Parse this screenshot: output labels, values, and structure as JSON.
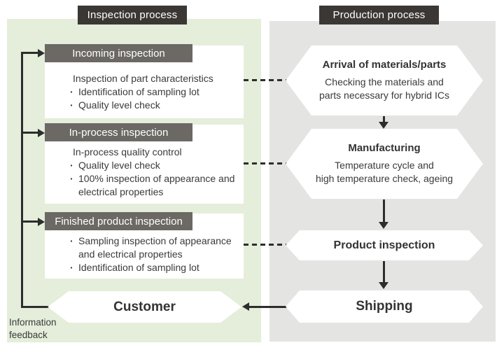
{
  "inspection": {
    "title": "Inspection process",
    "sections": [
      {
        "header": "Incoming inspection",
        "intro": "Inspection of part characteristics",
        "bullets": [
          "Identification of sampling lot",
          "Quality level check"
        ]
      },
      {
        "header": "In-process inspection",
        "intro": "In-process quality control",
        "bullets": [
          "Quality level check",
          "100% inspection of appearance and electrical properties"
        ]
      },
      {
        "header": "Finished product inspection",
        "bullets": [
          "Sampling inspection of appearance and electrical properties",
          "Identification of sampling lot"
        ]
      }
    ],
    "customer": "Customer",
    "feedback": "Information\nfeedback"
  },
  "production": {
    "title": "Production process",
    "steps": [
      {
        "title": "Arrival of materials/parts",
        "desc": "Checking the materials and\nparts necessary for hybrid ICs"
      },
      {
        "title": "Manufacturing",
        "desc": "Temperature cycle and\nhigh temperature check, ageing"
      },
      {
        "title": "Product inspection"
      },
      {
        "title": "Shipping"
      }
    ]
  },
  "colors": {
    "panel_green": "#e4eeda",
    "panel_gray": "#e4e4e3",
    "title_dark": "#3b3734",
    "header_gray": "#6c6965",
    "line_dark": "#2d2d2d",
    "text": "#3a3a3a"
  }
}
